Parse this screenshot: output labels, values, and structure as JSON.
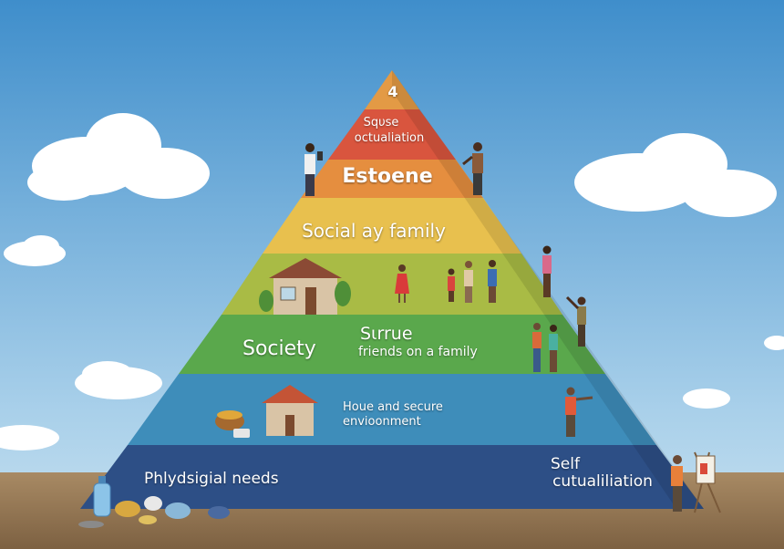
{
  "pyramid": {
    "tiers": [
      {
        "label": "4",
        "color": "#e39a45"
      },
      {
        "label": "Sqυse",
        "sub": "octualiation",
        "color": "#d9553e"
      },
      {
        "label": "Estoene",
        "color": "#e58e3f"
      },
      {
        "label": "Social ay family",
        "color": "#e8c04e"
      },
      {
        "label": "",
        "color": "#a9bb45"
      },
      {
        "label": "Society",
        "mid": "Sιrrue",
        "sub": "friends on a family",
        "color": "#5aa84c"
      },
      {
        "label": "Ηoue and secure",
        "sub": "envioonment",
        "color": "#3e8dba"
      },
      {
        "label": "Phlydsigial needs",
        "side": "Self",
        "side_sub": "cutualiliation",
        "color": "#2d4f86"
      }
    ]
  },
  "colors": {
    "sky_top": "#3f8ecb",
    "sky_bottom": "#bfdcef",
    "ground": "#9c7d5a"
  }
}
